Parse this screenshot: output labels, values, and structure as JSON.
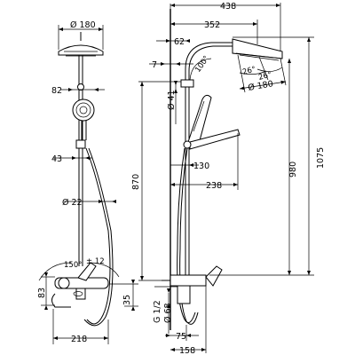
{
  "left_view": {
    "head_diameter": "Ø 180",
    "arm_width": "82",
    "bar_spacing": "43",
    "hose_diameter": "Ø 22",
    "mixer_angle": "150°",
    "mixer_offset": "± 12",
    "mixer_height": "83",
    "spout_height": "35",
    "width": "218"
  },
  "right_view": {
    "reach": "438",
    "arm_reach": "352",
    "arm_offset": "62",
    "tilt_offset": "7",
    "angle": "100°",
    "head_angle_1": "26°",
    "head_angle_2": "26°",
    "head_diameter": "Ø 180",
    "bar_diameter": "Ø 41",
    "handshower_height": "130",
    "handshower_reach": "238",
    "mixer_height_label": "870",
    "total_height": "1075",
    "bar_height": "980",
    "thread": "G 1/2",
    "rosette_diameter": "Ø 68",
    "wall_offset": "75",
    "mixer_depth": "158"
  }
}
